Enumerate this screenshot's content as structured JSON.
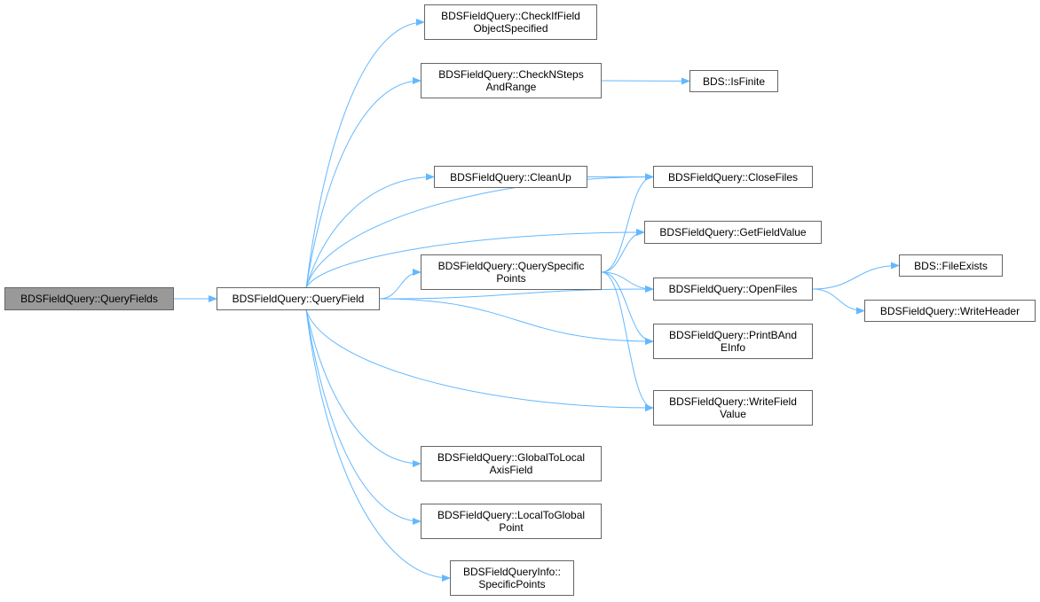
{
  "diagram": {
    "edge_color": "#63b8ff",
    "root_fill": "#999999",
    "node_border": "#666666",
    "nodes": [
      {
        "id": "queryfields",
        "lines": [
          "BDSFieldQuery::QueryFields"
        ]
      },
      {
        "id": "queryfield",
        "lines": [
          "BDSFieldQuery::QueryField"
        ]
      },
      {
        "id": "checkif",
        "lines": [
          "BDSFieldQuery::CheckIfField",
          "ObjectSpecified"
        ]
      },
      {
        "id": "checknsteps",
        "lines": [
          "BDSFieldQuery::CheckNSteps",
          "AndRange"
        ]
      },
      {
        "id": "isfinite",
        "lines": [
          "BDS::IsFinite"
        ]
      },
      {
        "id": "cleanup",
        "lines": [
          "BDSFieldQuery::CleanUp"
        ]
      },
      {
        "id": "closefiles",
        "lines": [
          "BDSFieldQuery::CloseFiles"
        ]
      },
      {
        "id": "getfieldvalue",
        "lines": [
          "BDSFieldQuery::GetFieldValue"
        ]
      },
      {
        "id": "queryspecific",
        "lines": [
          "BDSFieldQuery::QuerySpecific",
          "Points"
        ]
      },
      {
        "id": "openfiles",
        "lines": [
          "BDSFieldQuery::OpenFiles"
        ]
      },
      {
        "id": "fileexists",
        "lines": [
          "BDS::FileExists"
        ]
      },
      {
        "id": "writeheader",
        "lines": [
          "BDSFieldQuery::WriteHeader"
        ]
      },
      {
        "id": "printband",
        "lines": [
          "BDSFieldQuery::PrintBAnd",
          "EInfo"
        ]
      },
      {
        "id": "writefield",
        "lines": [
          "BDSFieldQuery::WriteField",
          "Value"
        ]
      },
      {
        "id": "globaltolocal",
        "lines": [
          "BDSFieldQuery::GlobalToLocal",
          "AxisField"
        ]
      },
      {
        "id": "localtoglobal",
        "lines": [
          "BDSFieldQuery::LocalToGlobal",
          "Point"
        ]
      },
      {
        "id": "specificpoints",
        "lines": [
          "BDSFieldQueryInfo::",
          "SpecificPoints"
        ]
      }
    ],
    "edges": [
      [
        "queryfields",
        "queryfield"
      ],
      [
        "queryfield",
        "checkif"
      ],
      [
        "queryfield",
        "checknsteps"
      ],
      [
        "checknsteps",
        "isfinite"
      ],
      [
        "queryfield",
        "closefiles"
      ],
      [
        "queryfield",
        "cleanup"
      ],
      [
        "cleanup",
        "closefiles"
      ],
      [
        "queryfield",
        "getfieldvalue"
      ],
      [
        "queryfield",
        "queryspecific"
      ],
      [
        "queryspecific",
        "closefiles"
      ],
      [
        "queryspecific",
        "getfieldvalue"
      ],
      [
        "queryspecific",
        "openfiles"
      ],
      [
        "queryspecific",
        "printband"
      ],
      [
        "queryspecific",
        "writefield"
      ],
      [
        "queryfield",
        "openfiles"
      ],
      [
        "openfiles",
        "fileexists"
      ],
      [
        "openfiles",
        "writeheader"
      ],
      [
        "queryfield",
        "printband"
      ],
      [
        "queryfield",
        "writefield"
      ],
      [
        "queryfield",
        "globaltolocal"
      ],
      [
        "queryfield",
        "localtoglobal"
      ],
      [
        "queryfield",
        "specificpoints"
      ]
    ]
  }
}
